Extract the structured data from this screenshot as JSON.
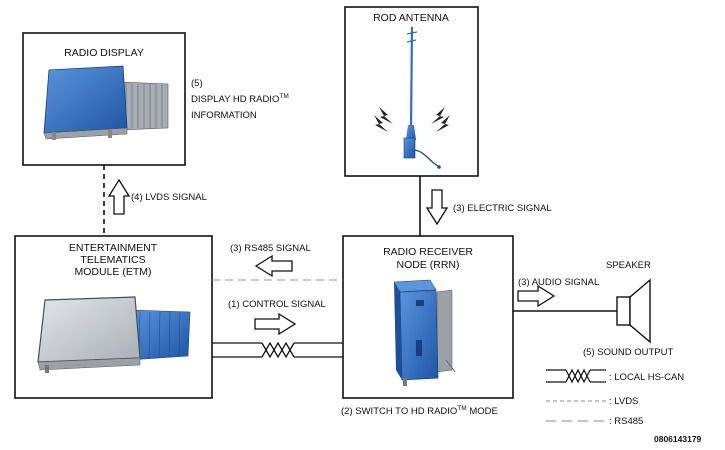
{
  "components": {
    "radio_display": {
      "title": "RADIO DISPLAY"
    },
    "rod_antenna": {
      "title": "ROD ANTENNA"
    },
    "etm": {
      "title_lines": [
        "ENTERTAINMENT",
        "TELEMATICS",
        "MODULE (ETM)"
      ]
    },
    "rrn": {
      "title_lines": [
        "RADIO RECEIVER",
        "NODE (RRN)"
      ]
    },
    "speaker": {
      "title": "SPEAKER"
    }
  },
  "signals": {
    "display_info": {
      "number": "(5)",
      "line1": "DISPLAY HD RADIO",
      "line1_sup": "TM",
      "line2": "INFORMATION"
    },
    "lvds": "(4) LVDS SIGNAL",
    "electric": "(3) ELECTRIC SIGNAL",
    "rs485": "(3) RS485 SIGNAL",
    "control": "(1) CONTROL SIGNAL",
    "audio": "(3) AUDIO SIGNAL",
    "sound_output": "(5) SOUND OUTPUT",
    "switch_mode": {
      "prefix": "(2) SWITCH TO HD RADIO",
      "sup": "TM",
      "suffix": " MODE"
    }
  },
  "legend": [
    {
      "type": "hs-can",
      "label": ": LOCAL HS-CAN"
    },
    {
      "type": "lvds",
      "label": ": LVDS"
    },
    {
      "type": "rs485",
      "label": ": RS485"
    }
  ],
  "doc_id": "0806143179",
  "colors": {
    "device_blue": "#2f6fc4",
    "device_blue_dark": "#1d4f99",
    "screen_gray": "#c9ced2",
    "line": "#111111",
    "rs485_line": "#9a9a9a"
  }
}
